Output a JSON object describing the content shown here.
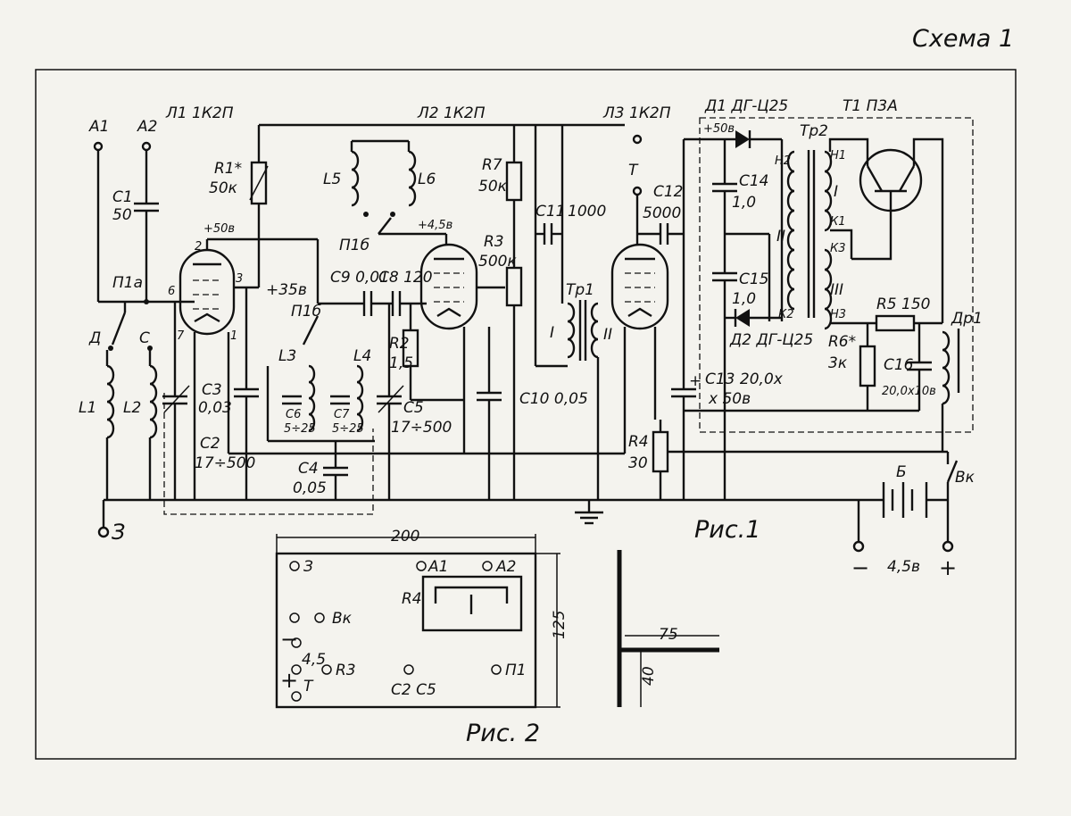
{
  "scheme_title": "Схема 1",
  "fig1": {
    "caption": "Рис.1",
    "tubes": {
      "l1": "Л1 1К2П",
      "l2": "Л2 1К2П",
      "l3": "Л3 1К2П"
    },
    "diode1": "Д1 ДГ-Ц25",
    "diode2": "Д2 ДГ-Ц25",
    "transistor": "Т1 П3А",
    "antenna1": "А1",
    "antenna2": "А2",
    "ground": "З",
    "phones": "Т",
    "switch_d": "Д",
    "switch_c": "С",
    "p1a": "П1а",
    "p1b": "П1б",
    "l1": "L1",
    "l2": "L2",
    "l3": "L3",
    "l4": "L4",
    "l5": "L5",
    "l6": "L6",
    "c1": "С1",
    "c1_val": "50",
    "c2": "С2",
    "c2_val": "17÷500",
    "c3": "С3",
    "c3_val": "0,03",
    "c4": "С4",
    "c4_val": "0,05",
    "c5": "С5",
    "c5_val": "17÷500",
    "c6": "С6",
    "c6_val": "5÷25",
    "c7": "С7",
    "c7_val": "5÷25",
    "c8": "С8 120",
    "c9": "С9 0,01",
    "c10": "С10 0,05",
    "c11": "С11",
    "c11_val": "1000",
    "c12": "С12",
    "c12_val": "5000",
    "c13": "С13 20,0х",
    "c13_val": "х 50в",
    "c14": "С14",
    "c14_val": "1,0",
    "c15": "С15",
    "c15_val": "1,0",
    "c16": "С16",
    "c16_val": "20,0х10в",
    "r1": "R1*",
    "r1_val": "50к",
    "r2": "R2",
    "r2_val": "1,5",
    "r3": "R3",
    "r3_val": "500к",
    "r4": "R4",
    "r4_val": "30",
    "r5": "R5 150",
    "r6": "R6*",
    "r6_val": "3к",
    "r7": "R7",
    "r7_val": "50к",
    "tr1": "Тр1",
    "tr1_i": "I",
    "tr1_ii": "II",
    "tr2": "Тр2",
    "tr2_h1": "Н1",
    "tr2_h2": "Н2",
    "tr2_h3": "Н3",
    "tr2_k1": "К1",
    "tr2_k2": "К2",
    "tr2_k3": "К3",
    "tr2_i": "I",
    "tr2_ii": "II",
    "tr2_iii": "III",
    "dr1": "Др1",
    "battery": "Б",
    "battery_voltage": "4,5в",
    "minus": "−",
    "plus": "+",
    "switch_vk": "Вк",
    "v50": "+50в",
    "v50b": "+50в",
    "v45": "+4,5в",
    "v35": "+35в",
    "pin2": "2",
    "pin3": "3",
    "pin6": "6",
    "pin7": "7",
    "pin1": "1"
  },
  "fig2": {
    "caption": "Рис. 2",
    "width": "200",
    "height": "125",
    "bracket_width": "75",
    "bracket_height": "40",
    "holes": {
      "ground": "З",
      "a1": "А1",
      "a2": "А2",
      "r4": "R4",
      "vk": "Вк",
      "minus": "−",
      "voltage": "4,5",
      "r3": "R3",
      "plus": "+",
      "t": "Т",
      "c2c5": "С2 С5",
      "p1": "П1"
    }
  }
}
